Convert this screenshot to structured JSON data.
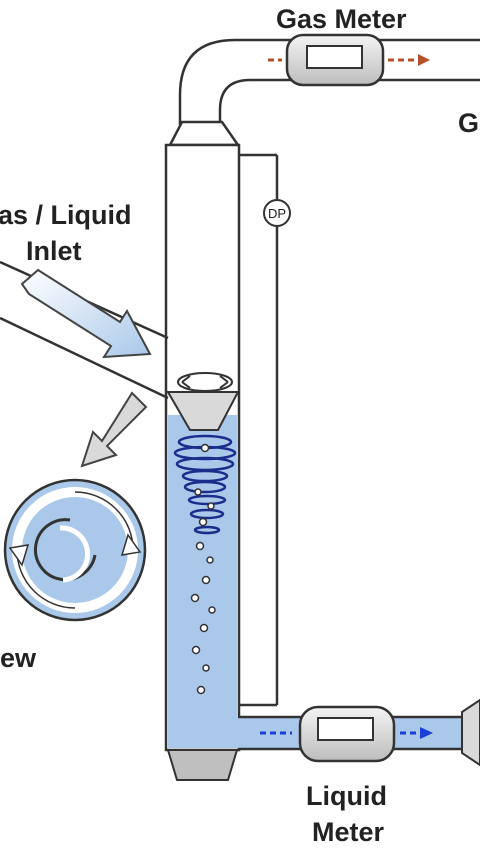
{
  "labels": {
    "gas_meter": "Gas Meter",
    "gas_outlet_partial": "G",
    "inlet_line1": "as / Liquid",
    "inlet_line2": "Inlet",
    "view_partial": "ew",
    "dp": "DP",
    "liquid_meter_line1": "Liquid",
    "liquid_meter_line2": "Meter"
  },
  "colors": {
    "liquid": "#a9c8ea",
    "liquid_flow_arrow": "#1a3fd6",
    "gas_flow_arrow": "#b5502a",
    "outline": "#333333",
    "pipe_fill": "#ffffff",
    "cone_fill": "#d9d9d9",
    "vortex": "#1a2d8a"
  },
  "icons": {
    "inlet_arrow": "arrow-down-right-icon",
    "view_arrow": "arrow-down-left-icon",
    "vortex": "swirl-icon",
    "meter": "flow-meter-icon"
  }
}
